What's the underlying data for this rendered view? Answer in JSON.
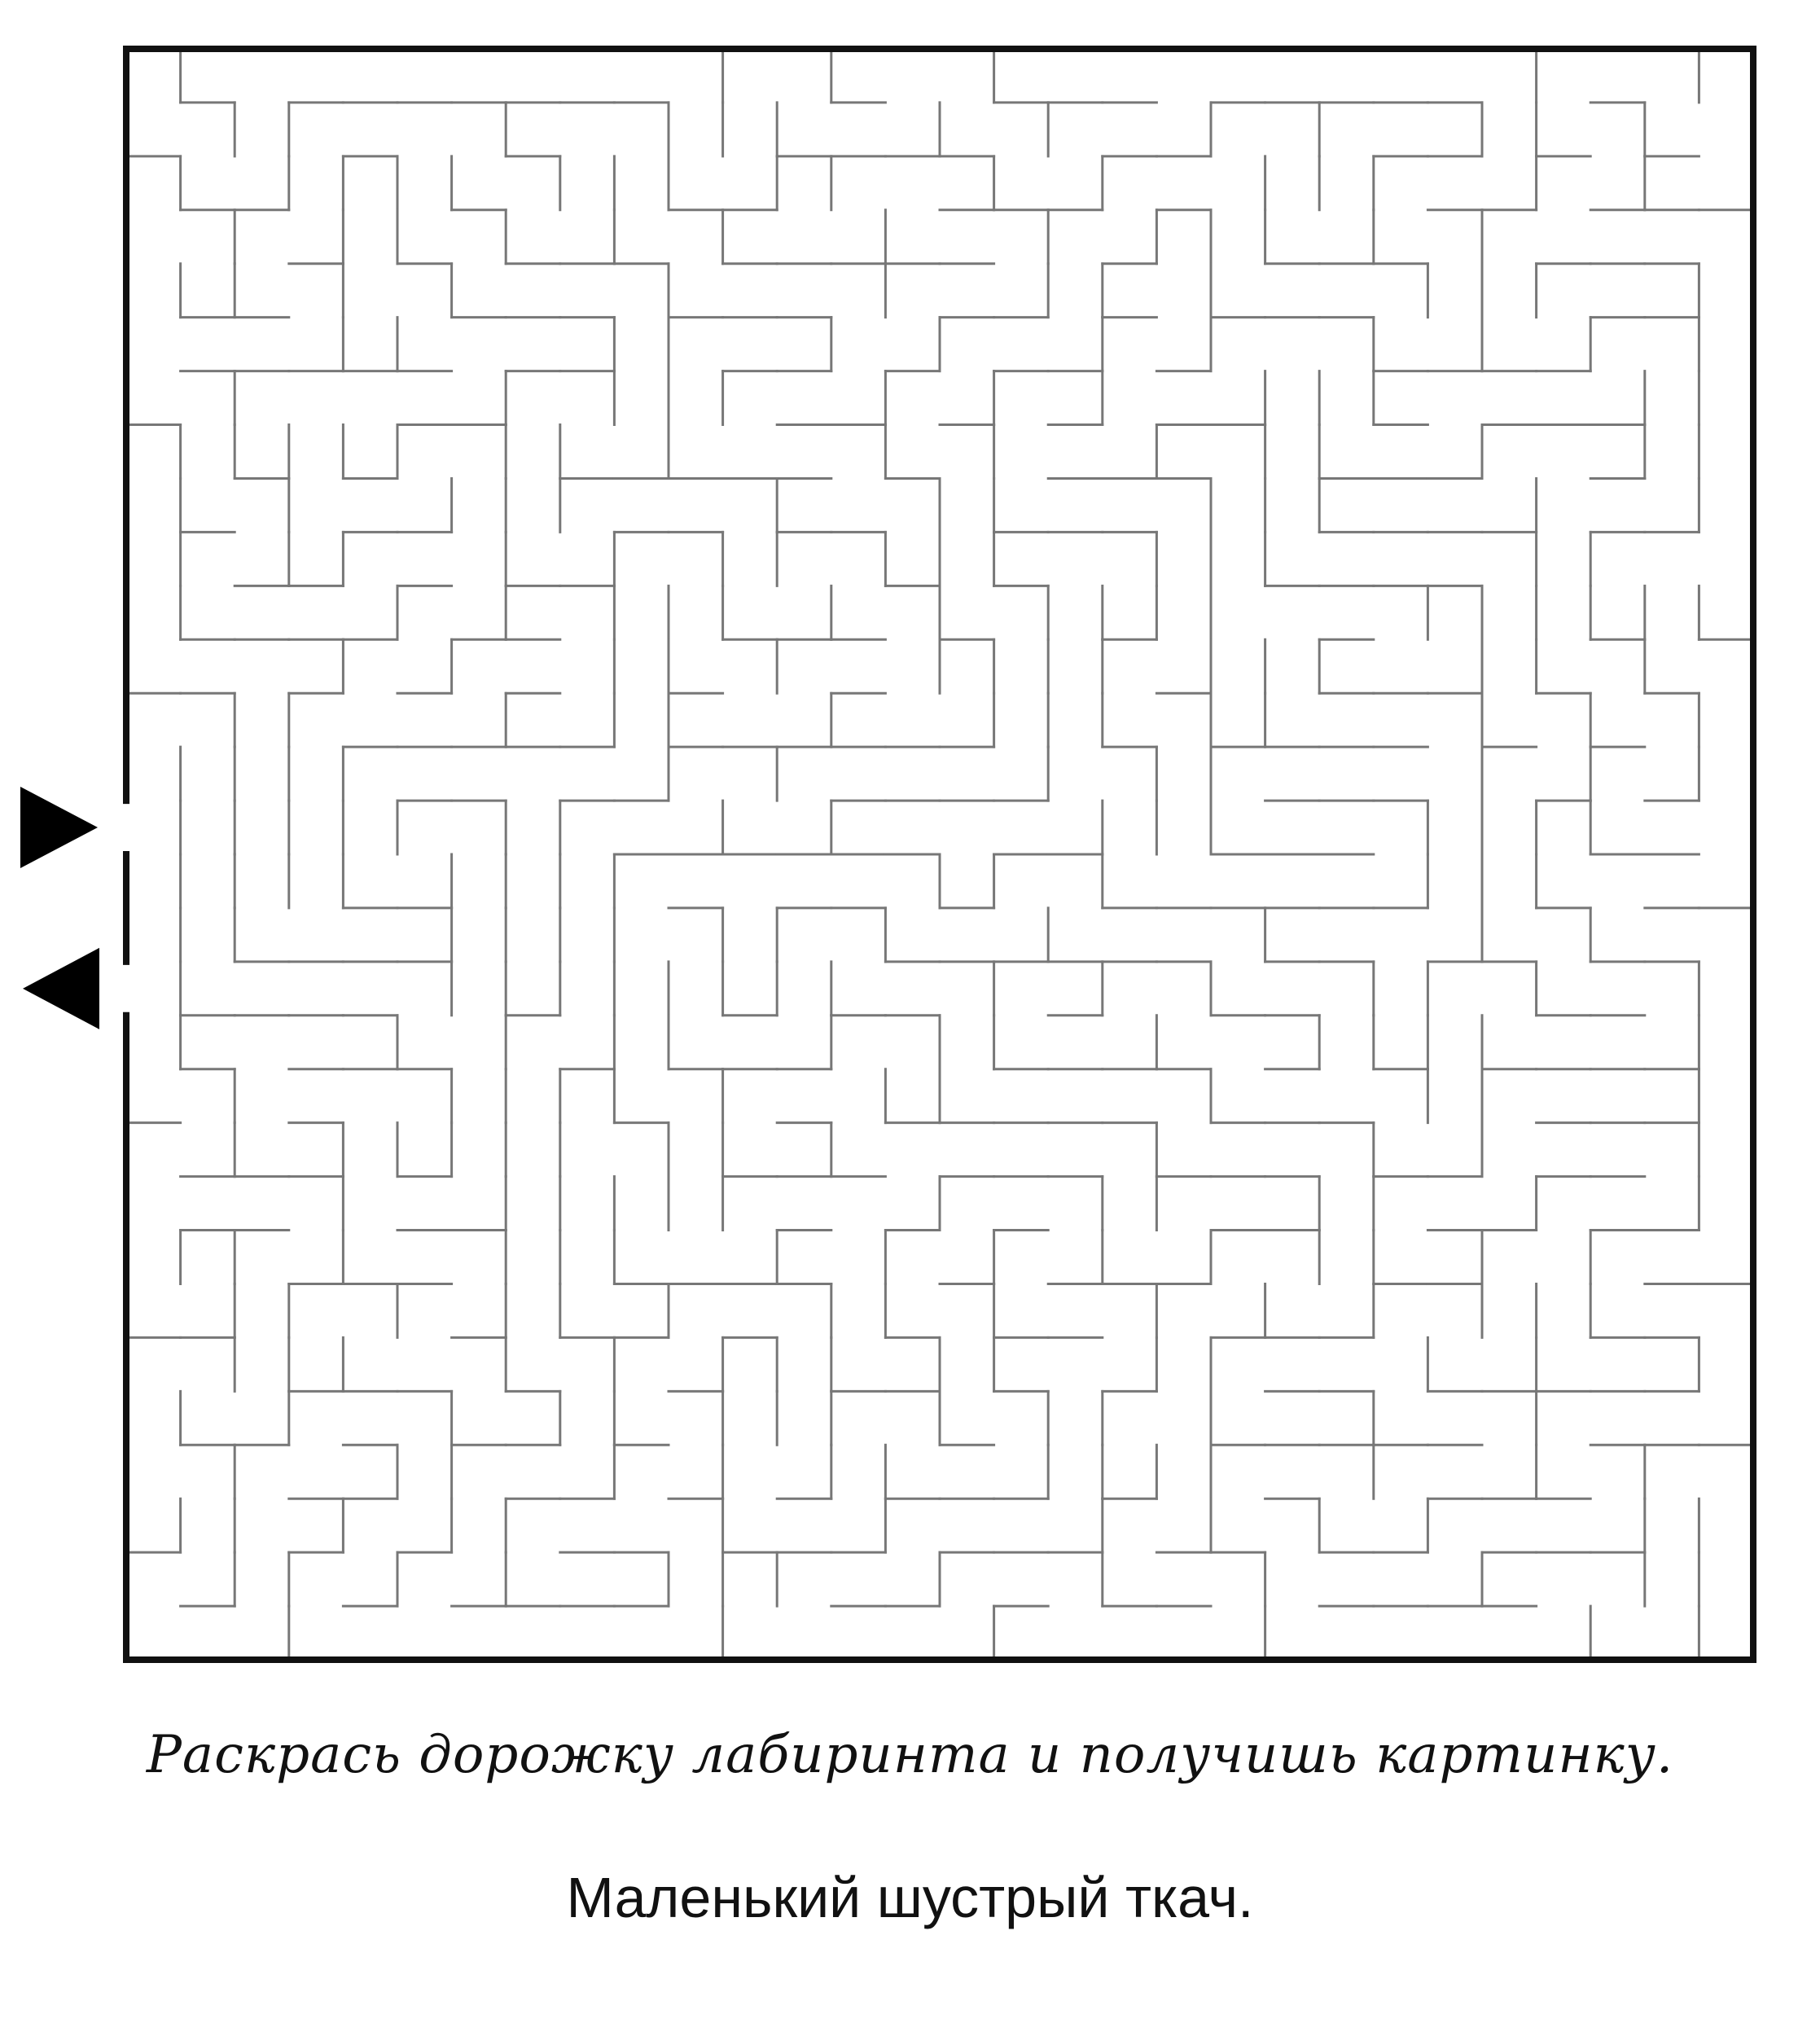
{
  "instruction": "Раскрась дорожку лабиринта и получишь картинку.",
  "caption": "Маленький шустрый ткач.",
  "colors": {
    "wall": "#777777",
    "border": "#111111",
    "arrow": "#000000"
  },
  "maze": {
    "cols": 30,
    "rows": 30,
    "entrance_arrow": {
      "side": "left",
      "direction": "right",
      "row": 14
    },
    "exit_arrow": {
      "side": "left",
      "direction": "left",
      "row": 17
    }
  }
}
